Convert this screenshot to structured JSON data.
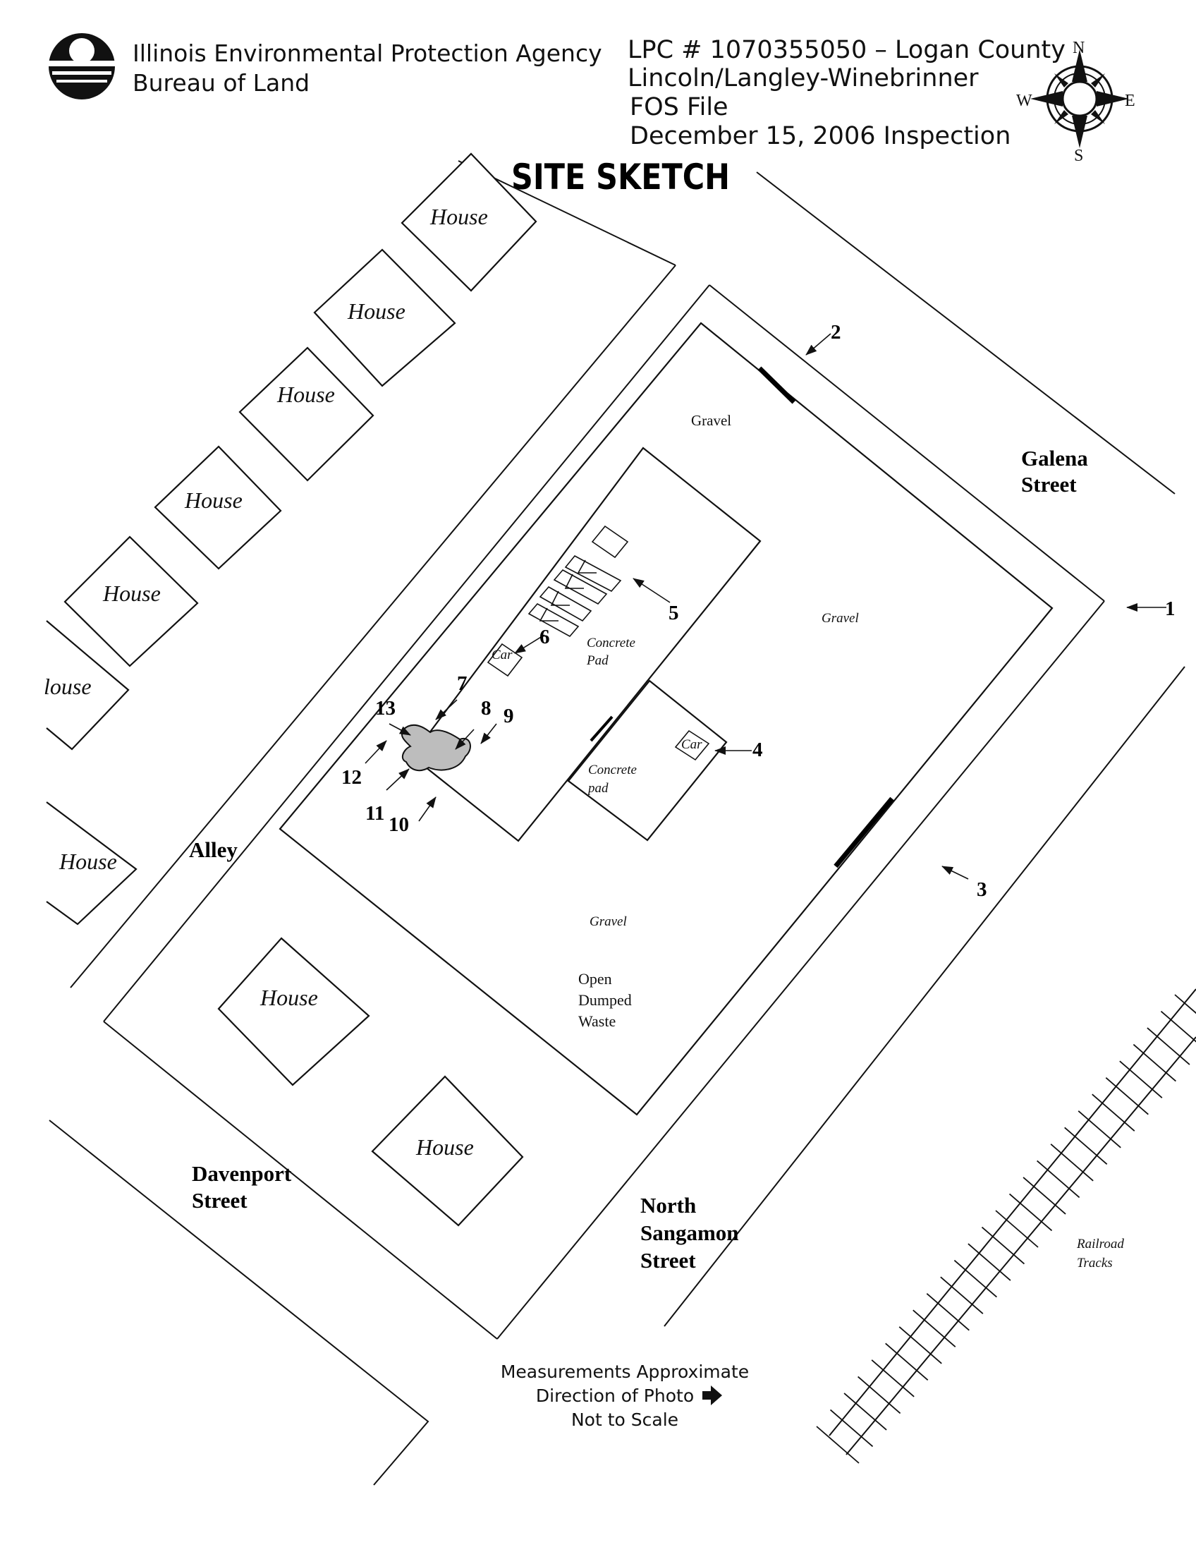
{
  "header": {
    "agency_line1": "Illinois Environmental Protection Agency",
    "agency_line2": "Bureau of Land",
    "lpc_line": "LPC # 1070355050 – Logan County",
    "site_line": "Lincoln/Langley-Winebrinner",
    "file_line": "FOS File",
    "date_line": "December 15, 2006 Inspection",
    "logo_icon": "iepa-logo-icon"
  },
  "title": "SITE SKETCH",
  "compass": {
    "north": "N",
    "south": "S",
    "east": "E",
    "west": "W",
    "icon": "compass-rose-icon"
  },
  "labels": {
    "house": "House",
    "house_cut": "louse",
    "gravel_top": "Gravel",
    "gravel_right": "Gravel",
    "gravel_bottom": "Gravel",
    "concrete_pad_1_line1": "Concrete",
    "concrete_pad_1_line2": "Pad",
    "concrete_pad_2_line1": "Concrete",
    "concrete_pad_2_line2": "pad",
    "car": "Car",
    "open_dumped_line1": "Open",
    "open_dumped_line2": "Dumped",
    "open_dumped_line3": "Waste",
    "railroad_line1": "Railroad",
    "railroad_line2": "Tracks"
  },
  "streets": {
    "galena_line1": "Galena",
    "galena_line2": "Street",
    "alley": "Alley",
    "davenport_line1": "Davenport",
    "davenport_line2": "Street",
    "sangamon_line1": "North",
    "sangamon_line2": "Sangamon",
    "sangamon_line3": "Street"
  },
  "photo_points": [
    "1",
    "2",
    "3",
    "4",
    "5",
    "6",
    "7",
    "8",
    "9",
    "10",
    "11",
    "12",
    "13"
  ],
  "notes": {
    "line1": "Measurements Approximate",
    "line2": "Direction of Photo",
    "line3": "Not to Scale",
    "arrow_icon": "right-arrow-icon"
  }
}
